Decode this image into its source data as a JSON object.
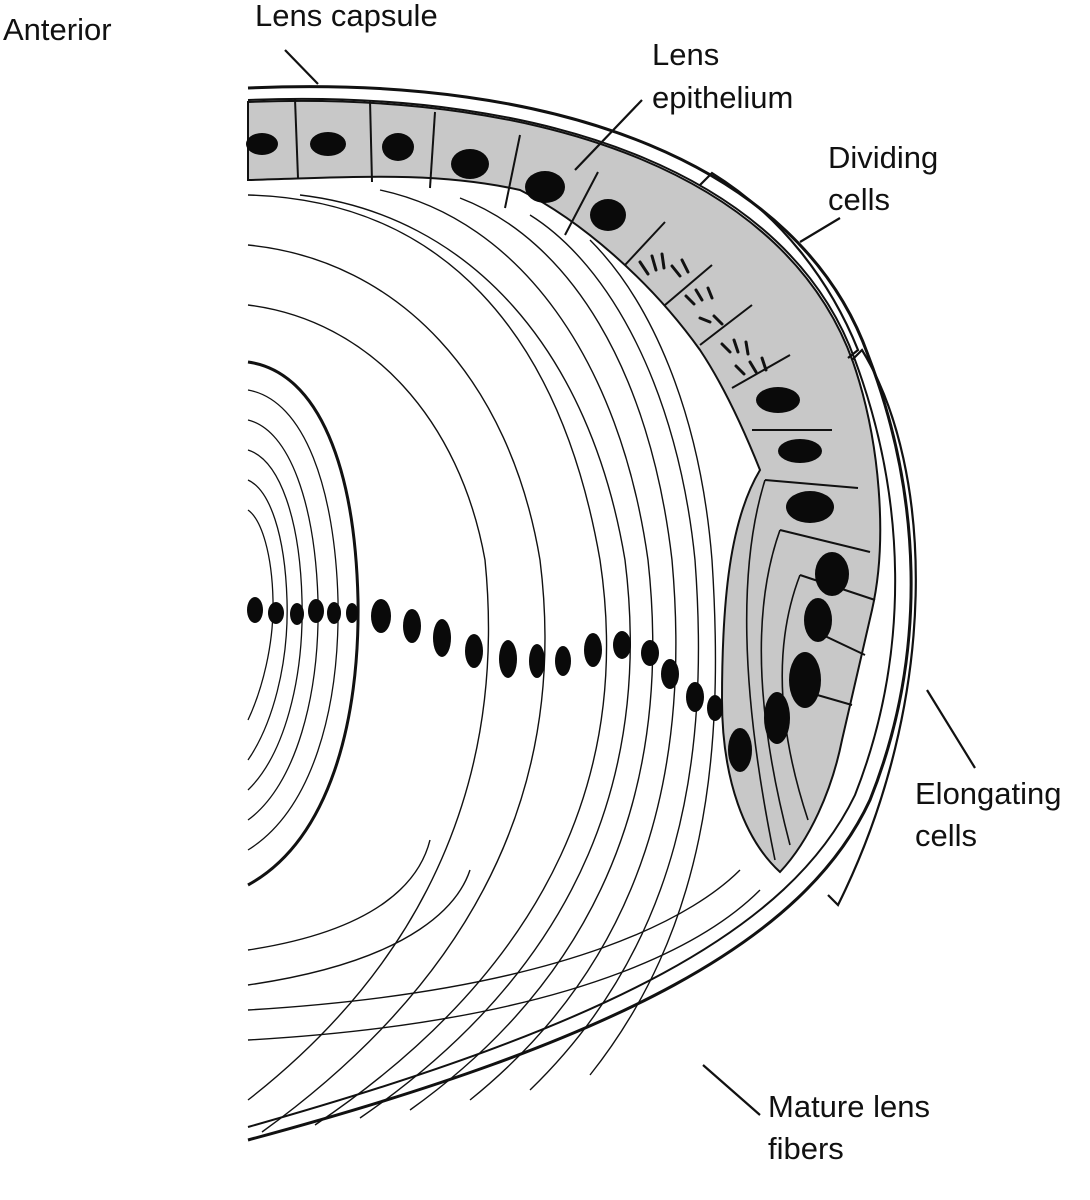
{
  "labels": {
    "anterior": "Anterior",
    "lens_capsule": "Lens capsule",
    "lens_epithelium_line1": "Lens",
    "lens_epithelium_line2": "epithelium",
    "dividing_cells_line1": "Dividing",
    "dividing_cells_line2": "cells",
    "elongating_cells_line1": "Elongating",
    "elongating_cells_line2": "cells",
    "mature_fibers_line1": "Mature lens",
    "mature_fibers_line2": "fibers"
  },
  "colors": {
    "stroke": "#111111",
    "cell_fill": "#c8c8c8",
    "nucleus": "#0a0a0a",
    "background": "#ffffff"
  }
}
